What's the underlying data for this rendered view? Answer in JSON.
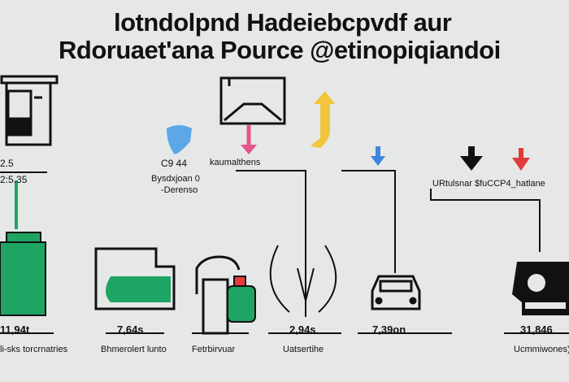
{
  "title": {
    "line1": "lotndolpnd Hadeiebcpvdf aur",
    "line2": "Rdoruaet'ana Pource @etinopiqiandoi"
  },
  "labels": {
    "tl_a": "2.5",
    "tl_b": "2:5.35",
    "mid_a": "C9 44",
    "mid_b": "kaumalthens",
    "mid_c": "Bysdxjoan 0",
    "mid_d": "-Derenso",
    "right_a": "URtulsnar $fuCCP4_hatlane"
  },
  "bottom": [
    {
      "value": "11,94t",
      "caption": "li-sks torcrnatries"
    },
    {
      "value": "7,64s",
      "caption": "Bhmerolert lunto"
    },
    {
      "value": "",
      "caption": "Fetrbirvuar"
    },
    {
      "value": "2,94s",
      "caption": "Uatsertihe"
    },
    {
      "value": "7,39on",
      "caption": ""
    },
    {
      "value": "31,846",
      "caption": "Ucmmiwones)"
    }
  ],
  "colors": {
    "green": "#1ea463",
    "pink": "#e8538a",
    "yellow": "#f2c53d",
    "blue": "#3d86e0",
    "red": "#e23b3b",
    "black": "#111111"
  }
}
